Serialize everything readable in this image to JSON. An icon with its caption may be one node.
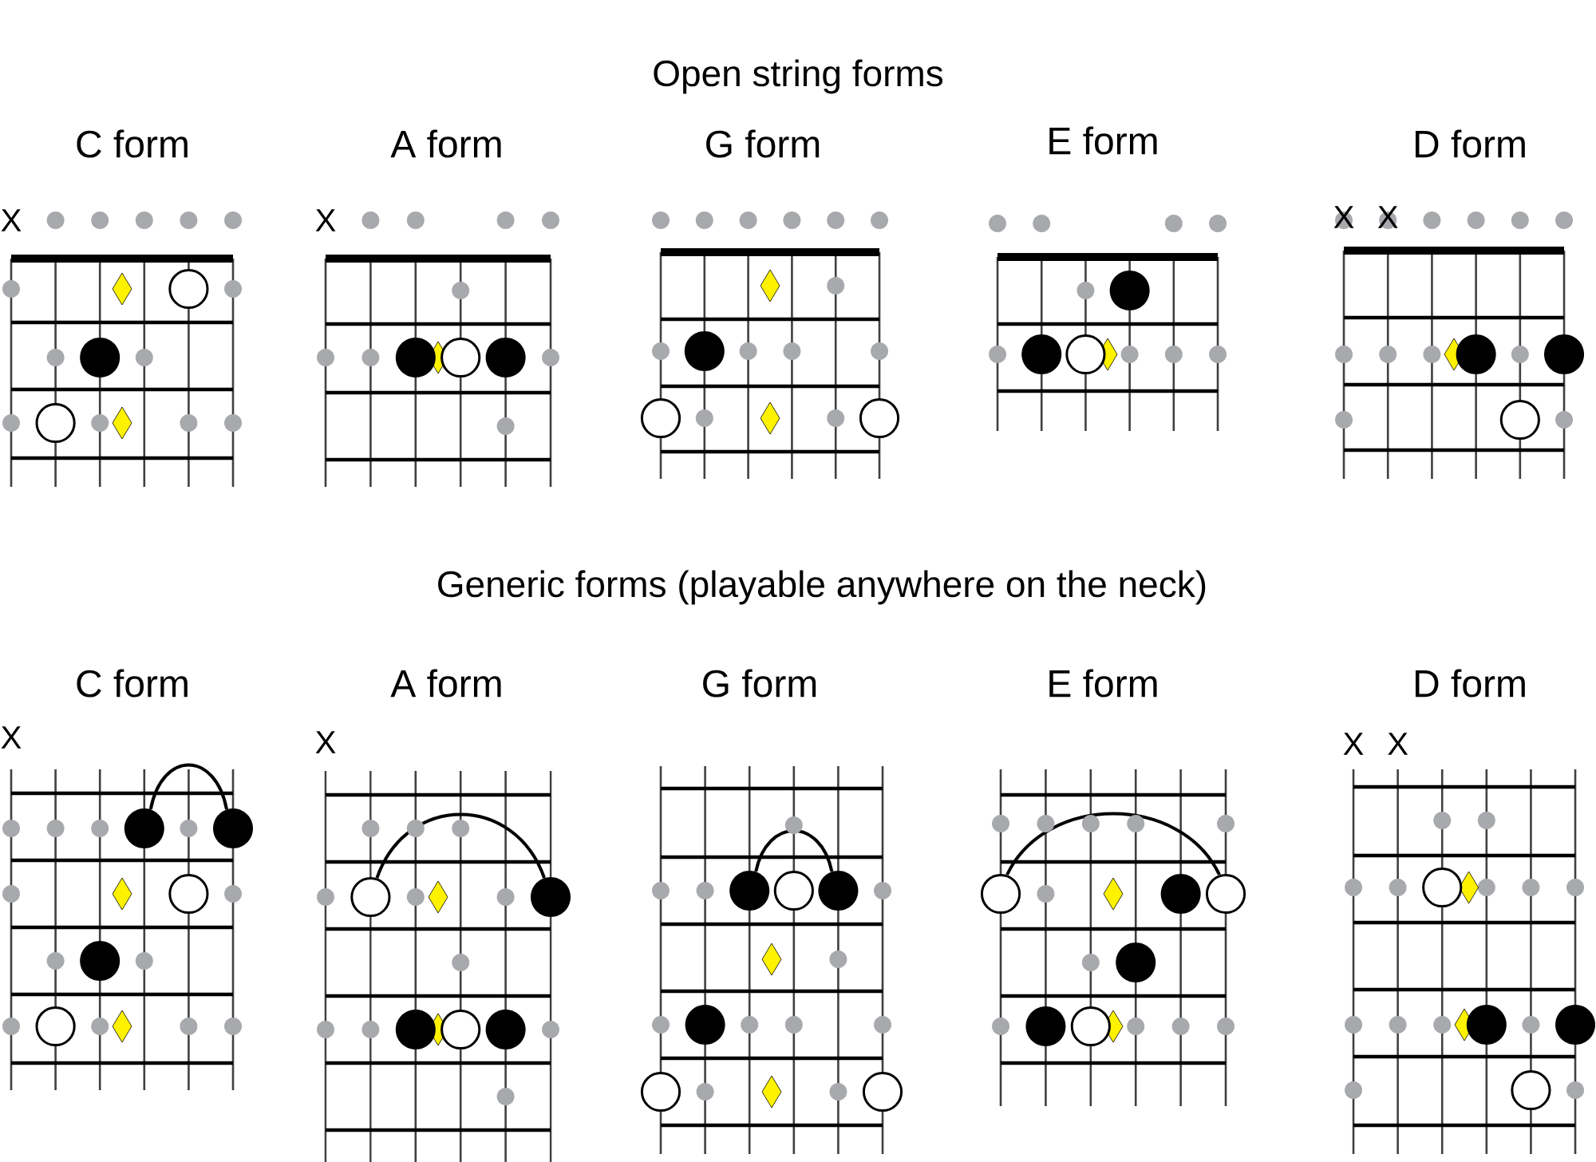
{
  "diagram": {
    "labels": [
      "Open string forms",
      "C form",
      "A form",
      "G form",
      "E form",
      "D form",
      "X",
      "X",
      "X",
      "X",
      "Generic forms (playable anywhere on the neck)",
      "C form",
      "A form",
      "G form",
      "E form",
      "D form",
      "X",
      "X",
      "X",
      "X"
    ]
  }
}
